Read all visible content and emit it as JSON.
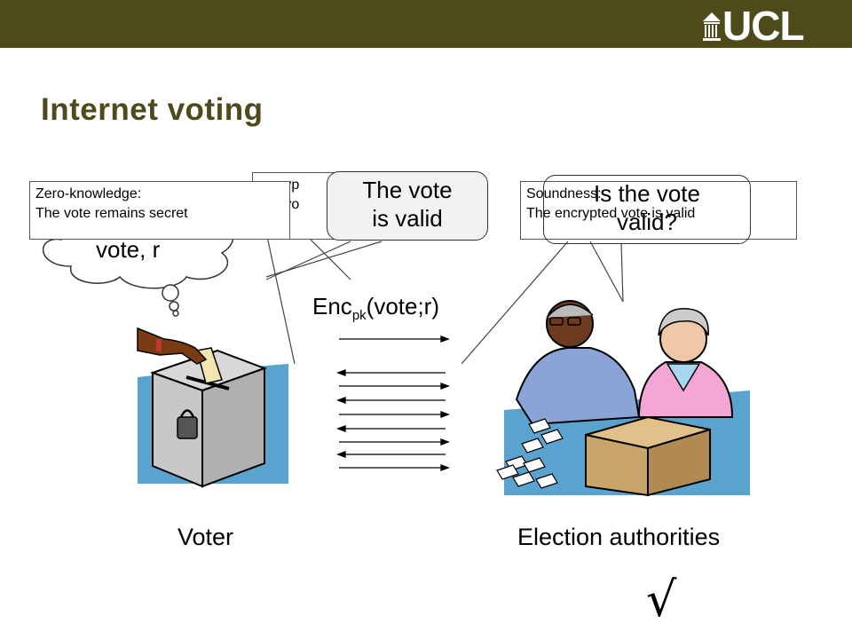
{
  "header": {
    "logo": "UCL"
  },
  "slide": {
    "title": "Internet voting"
  },
  "boxes": {
    "zero_knowledge": [
      "Zero-knowledge:",
      "The vote remains secret"
    ],
    "encryption_partial": [
      "cryp",
      "e vo"
    ],
    "soundness": [
      "Soundness:",
      "The encrypted vote is valid"
    ]
  },
  "bubbles": {
    "prover": [
      "The vote",
      "is valid"
    ],
    "verifier": [
      "Is the vote",
      "valid?"
    ]
  },
  "thought": {
    "text": "vote, r"
  },
  "ciphertext": {
    "main": "Enc",
    "subscript": "pk",
    "args": "(vote;r)"
  },
  "labels": {
    "voter": "Voter",
    "authorities": "Election authorities"
  },
  "check_mark": "√",
  "colors": {
    "header_bar": "#4e4a1a",
    "title": "#4e4a1a",
    "table": "#5ba3cf",
    "ballot_box": "#c8c8c8",
    "cardboard_box": "#caa56a",
    "woman_shirt": "#f4a6d7",
    "man_shirt": "#8aa4d8"
  }
}
